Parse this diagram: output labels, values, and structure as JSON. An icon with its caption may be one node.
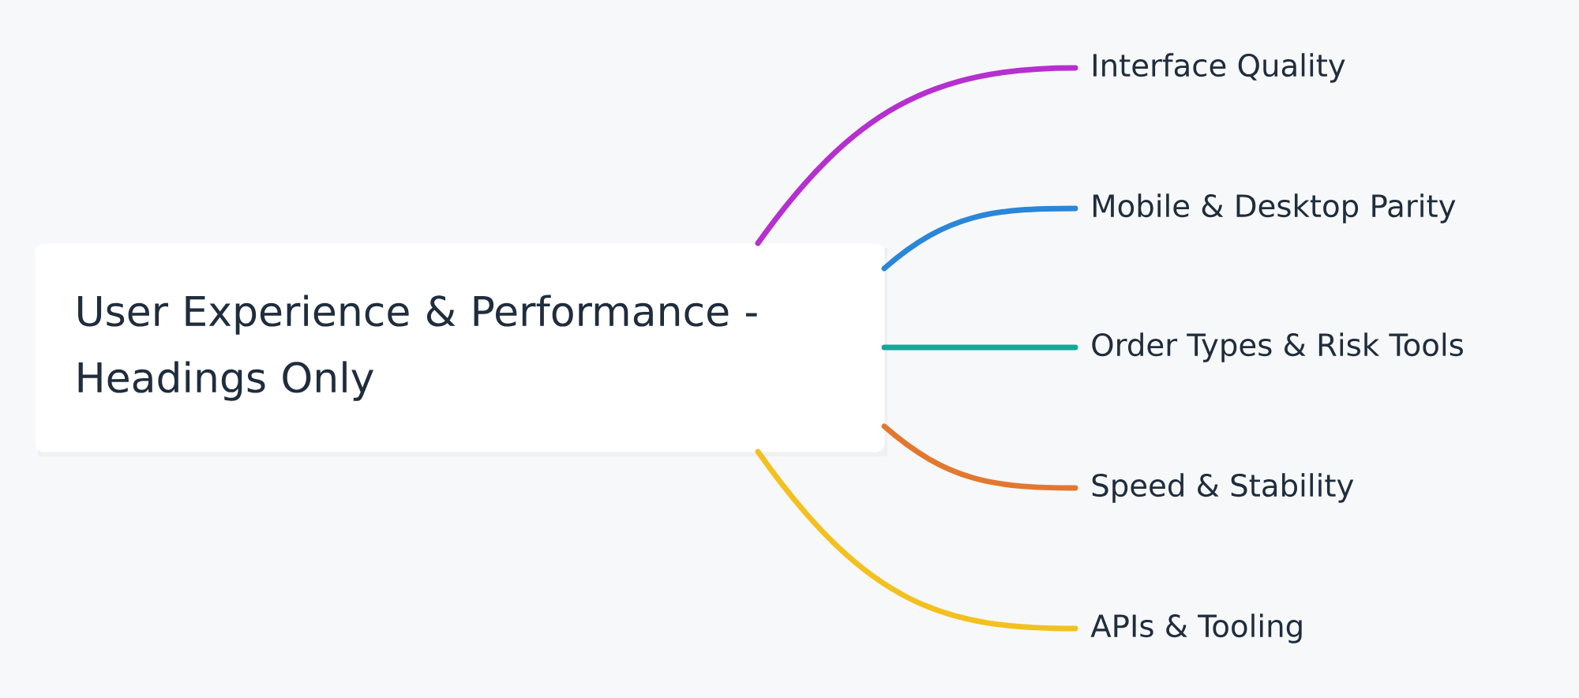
{
  "diagram": {
    "nodes": [
      {
        "text": [
          "User Experience & Performance - Headings Only"
        ]
      },
      {
        "text": [
          "Interface Quality"
        ]
      },
      {
        "text": [
          "Mobile & Desktop Parity"
        ]
      },
      {
        "text": [
          "Order Types & Risk Tools"
        ]
      },
      {
        "text": [
          "Speed & Stability"
        ]
      },
      {
        "text": [
          "APIs & Tooling"
        ]
      }
    ],
    "edges": [
      {
        "from": 0,
        "to": 1,
        "arrow": "none",
        "color": "#b62fcf"
      },
      {
        "from": 0,
        "to": 2,
        "arrow": "none",
        "color": "#2a86d8"
      },
      {
        "from": 0,
        "to": 3,
        "arrow": "none",
        "color": "#12a899"
      },
      {
        "from": 0,
        "to": 4,
        "arrow": "none",
        "color": "#e2782f"
      },
      {
        "from": 0,
        "to": 5,
        "arrow": "none",
        "color": "#f3c11f"
      }
    ]
  }
}
